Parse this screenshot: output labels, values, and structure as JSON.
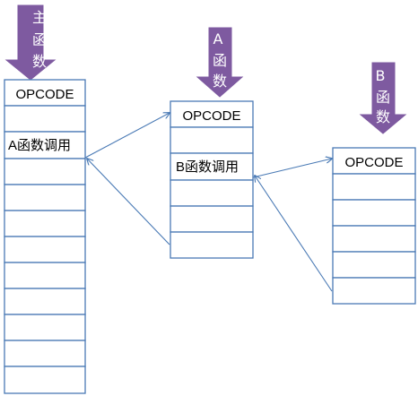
{
  "colors": {
    "stack_border": "#4a7ab5",
    "connector": "#4a7ab5",
    "arrow_fill": "#7e5aa0",
    "arrow_text": "#ffffff",
    "cell_fill": "#ffffff"
  },
  "stacks": [
    {
      "id": "main",
      "label_chars": [
        "主",
        "函",
        "数"
      ],
      "cells": [
        "OPCODE",
        "",
        "A函数调用",
        "",
        "",
        "",
        "",
        "",
        "",
        "",
        "",
        ""
      ]
    },
    {
      "id": "a",
      "label_chars": [
        "A",
        "函",
        "数"
      ],
      "cells": [
        "OPCODE",
        "",
        "B函数调用",
        "",
        "",
        ""
      ]
    },
    {
      "id": "b",
      "label_chars": [
        "B",
        "函",
        "数"
      ],
      "cells": [
        "OPCODE",
        "",
        "",
        "",
        "",
        ""
      ]
    }
  ]
}
